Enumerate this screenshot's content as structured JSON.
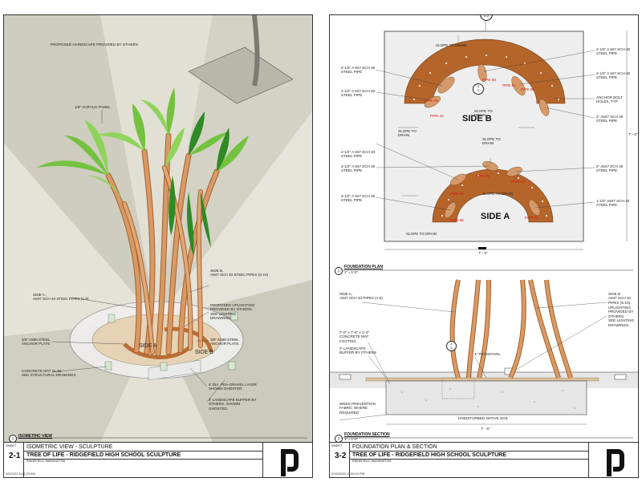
{
  "colors": {
    "copper": "#c8844d",
    "copper_dark": "#a65f2e",
    "leaf": "#74c23f",
    "leaf_dark": "#2f8a25",
    "pavement": "#cfcdbf",
    "slab": "#e4e4e4",
    "gravel": "#d9c09c",
    "foundation_fill": "#b5652a",
    "label_red": "#d11111"
  },
  "left_sheet": {
    "labels": {
      "hardscape": "PROPOSED HARDSCAPE PROVIDED BY OTHERS",
      "acrylic": "1/8\" ACRYLIC PANEL",
      "side_b_pipes": "SIDE B,\nA847 SCH 40 STEEL PIPES (6-10)",
      "side_a_pipes": "SIDE A,\nA847 SCH 40 STEEL PIPES (1-5)",
      "uplighting": "PROPOSED UPLIGHTING\nPROVIDED BY OTHERS.\nSEE LIGHTING\nDRAWINGS.",
      "anchor_left": "3/8\" A588 STEEL\nANCHOR PLATE",
      "anchor_right": "3/8\" A588 STEEL\nANCHOR PLATE",
      "slab": "CONCRETE MAT SLAB.\nSEE STRUCTURAL DRAWINGS",
      "pea_gravel": "8' DIA. PEA-GRAVEL LAYER\nSHOWN GHOSTED",
      "buffer": "3' LANDSCAPE BUFFER BY\nOTHERS. SHOWN\nGHOSTED.",
      "side_a": "SIDE A",
      "side_b": "SIDE B"
    },
    "view_number": "1",
    "view_caption": "ISOMETRIC VIEW",
    "title_block": {
      "sheet_label": "SHEET",
      "sheet_number": "2-1",
      "sheet_title": "ISOMETRIC VIEW - SCULPTURE",
      "project": "TREE OF LIFE - RIDGEFIELD HIGH SCHOOL SCULPTURE",
      "location": "RIDGEFIELD, WASHINGTON",
      "timestamp": "4/5/2022 8:41:29 AM"
    }
  },
  "right_sheet": {
    "section_ref": {
      "top": "2",
      "bottom": "3-2"
    },
    "plan_labels": {
      "l1": "2-1/2\" A 847 SCH 40\nSTEEL PIPE",
      "l2": "2-1/2\" A 847 SCH 40\nSTEEL PIPE",
      "l3": "2-1/2\" A 847 SCH 40\nSTEEL PIPE",
      "l4": "2-1/2\" A 847 SCH 40\nSTEEL PIPE",
      "l5": "3-1/2\" A 847 SCH 40\nSTEEL PIPE",
      "r1": "2-1/2\" A 847 SCH 40\nSTEEL PIPE",
      "r2": "2-1/2\" A 847 SCH 40\nSTEEL PIPE",
      "r3": "ANCHOR BOLT\nHOLES, TYP.",
      "r4": "2\" A847 SCH 40\nSTEEL PIPE",
      "r5": "2\" A847 SCH 40\nSTEEL PIPE",
      "r6": "1-1/2\" A847 SCH 40\nSTEEL PIPE",
      "slope1": "SLOPE TO DRAIN",
      "slope2": "SLOPE TO\nDRAIN",
      "slope3": "SLOPE TO\nDRAIN",
      "slope4": "SLOPE TO\nDRAIN",
      "slope5": "SLOPE TO DRAIN",
      "slope6": "SLOPE TO DRAIN",
      "dim_bottom": "7' - 0\"",
      "dim_right": "7' - 0\"",
      "side_b": "SIDE B",
      "side_a": "SIDE A"
    },
    "pipe_tags": {
      "p06": "PIPE 06",
      "p07": "PIPE 07",
      "p08": "PIPE 08",
      "p09": "PIPE 09",
      "p10": "PIPE 10",
      "p01": "PIPE 01",
      "p02": "PIPE 02",
      "p03": "PIPE 03",
      "p04": "PIPE 04",
      "p05": "PIPE 05"
    },
    "plan_caption": "FOUNDATION PLAN",
    "plan_scale": "1\" = 1'-0\"",
    "plan_number": "1",
    "section_labels": {
      "side_a": "SIDE A,\nA847 SCH 40 PIPES (1-5)",
      "side_b": "SIDE B\nA847 SCH 40 PIPES (6-10)",
      "footing": "7'-0\" x 7'-6\" x 1'-0\"\nCONCRETE MAT\nFOOTING",
      "buffer": "3' LANDSCAPE\nBUFFER BY OTHERS",
      "peagravel": "4\" PEAGRAVEL",
      "uplighting": "UPLIGHTING\nPROVIDED BY\nOTHERS.\nSEE LIGHTING\nDRAWINGS.",
      "weed": "WEED PREVENTION\nFABRIC WHERE\nREQUIRED",
      "soil": "UNDISTURBED NATIVE SOIL",
      "dim": "7' - 6\"",
      "ref_top": "4",
      "ref_bottom": "5"
    },
    "section_caption": "FOUNDATION SECTION",
    "section_scale": "1\" = 1'-0\"",
    "section_number": "2",
    "plan_ref": {
      "top": "3",
      "bottom": "5"
    },
    "title_block": {
      "sheet_label": "SHEET",
      "sheet_number": "3-2",
      "sheet_title": "FOUNDATION PLAN & SECTION",
      "project": "TREE OF LIFE - RIDGEFIELD HIGH SCHOOL SCULPTURE",
      "location": "RIDGEFIELD, WASHINGTON",
      "timestamp": "5/16/2020 11:39:31 PM"
    }
  }
}
